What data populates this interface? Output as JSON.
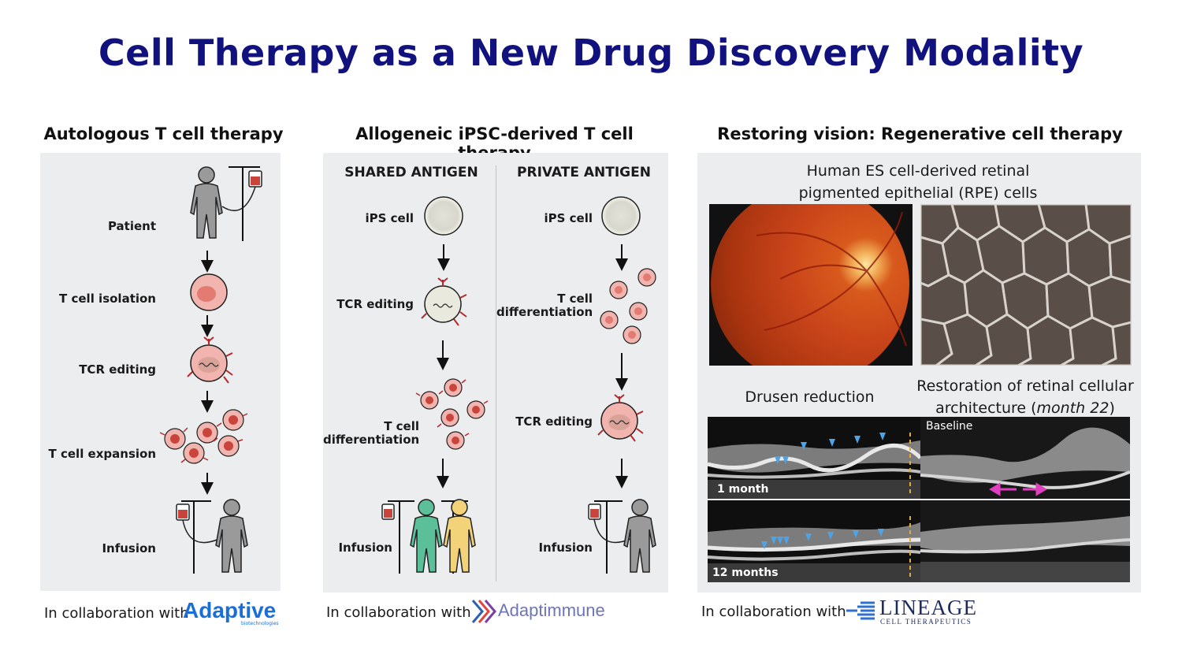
{
  "title": "Cell Therapy as a New Drug Discovery Modality",
  "panel1": {
    "heading": "Autologous T cell therapy",
    "steps": [
      "Patient",
      "T cell isolation",
      "TCR editing",
      "T cell expansion",
      "Infusion"
    ],
    "collab_text": "In collaboration with",
    "partner": "Adaptive",
    "partner_sub": "biotechnologies"
  },
  "panel2": {
    "heading": "Allogeneic iPSC-derived T cell therapy",
    "left_title": "SHARED ANTIGEN",
    "right_title": "PRIVATE ANTIGEN",
    "left_steps": {
      "ips": "iPS cell",
      "tcr": "TCR editing",
      "tcell_1": "T cell",
      "tcell_2": "differentiation",
      "infusion": "Infusion"
    },
    "right_steps": {
      "ips": "iPS cell",
      "tcell_1": "T cell",
      "tcell_2": "differentiation",
      "tcr": "TCR editing",
      "infusion": "Infusion"
    },
    "collab_text": "In collaboration with",
    "partner": "Adaptimmune"
  },
  "panel3": {
    "heading": "Restoring vision: Regenerative cell therapy",
    "rpe_caption_1": "Human ES cell-derived retinal",
    "rpe_caption_2": "pigmented epithelial (RPE) cells",
    "drusen_caption": "Drusen reduction",
    "restore_caption_1": "Restoration of retinal cellular",
    "restore_caption_2": "architecture (",
    "restore_caption_italic": "month 22",
    "restore_caption_3": ")",
    "oct_labels": {
      "baseline": "Baseline",
      "one_month": "1 month",
      "twelve_months": "12 months"
    },
    "collab_text": "In collaboration with",
    "partner": "LINEAGE",
    "partner_sub": "CELL THERAPEUTICS"
  },
  "colors": {
    "title": "#12127e",
    "panel_bg": "#ebedef",
    "cell_fill": "#f2b4ae",
    "cell_core": "#c9453c",
    "tcr_red": "#b8282a",
    "green_person": "#5bbf9a",
    "yellow_person": "#f3d37a",
    "arrow_blue": "#4ea3e6",
    "arrow_magenta": "#e040c0",
    "adaptive_blue": "#1a6fd6",
    "lineage_navy": "#1b2a5c"
  }
}
